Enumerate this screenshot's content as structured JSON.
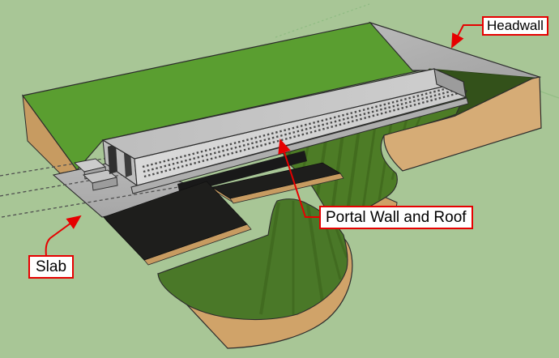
{
  "annotations": {
    "headwall": "Headwall",
    "portal_wall_and_roof": "Portal Wall and Roof",
    "slab": "Slab"
  },
  "colors": {
    "background": "#a8c696",
    "grass_plateau": "#5a9e30",
    "embankment_green": "#4d7c26",
    "terrain_block_green": "#4a7828",
    "shadow_green": "#33511a",
    "earth_tan": "#d6ac76",
    "earth_tan_dark": "#c79b61",
    "deck_black": "#1e1e1c",
    "concrete_wall": "#d9d9d9",
    "concrete_roof": "#c6c6c6",
    "concrete_headwall": "#ababab",
    "concrete_slab": "#b2b2b2",
    "vent_dot": "#4a4a4a",
    "outline": "#2c2c2c",
    "annotation_red": "#e60000",
    "dashed_line": "#4f4f4f"
  }
}
